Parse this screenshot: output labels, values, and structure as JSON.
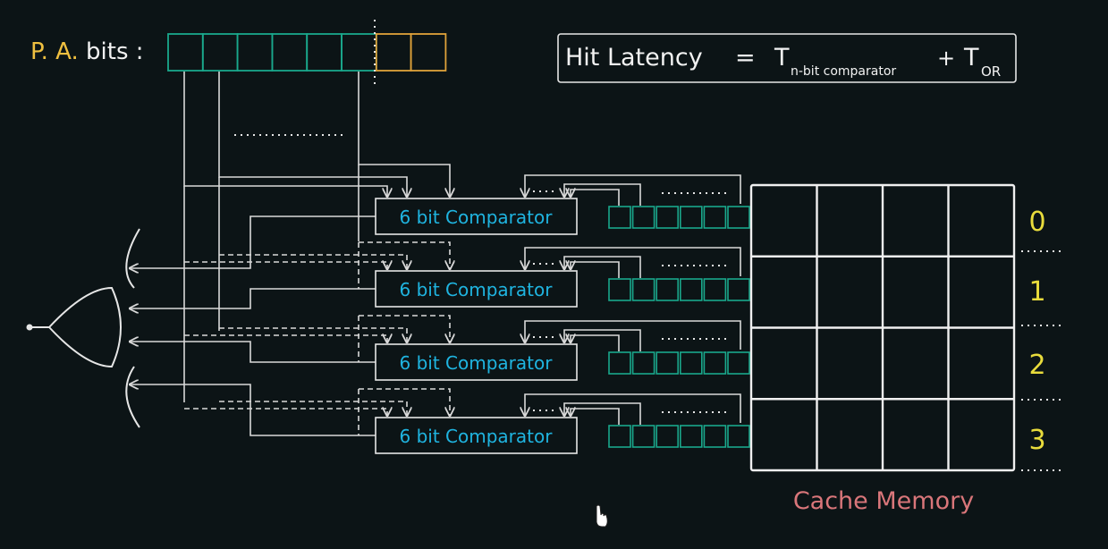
{
  "pa_bits": {
    "label_colored": "P. A.",
    "label_rest": " bits :",
    "tag_cells": 6,
    "index_cells": 2
  },
  "hit_latency": {
    "label": "Hit Latency",
    "equals": "=",
    "term1": "T",
    "term1_sub": "n-bit comparator",
    "plus": "+",
    "term2": "T",
    "term2_sub": "OR"
  },
  "comparators": [
    {
      "label": "6 bit Comparator"
    },
    {
      "label": "6 bit Comparator"
    },
    {
      "label": "6 bit Comparator"
    },
    {
      "label": "6 bit Comparator"
    }
  ],
  "tag_register_cells": 6,
  "cache": {
    "label": "Cache Memory",
    "rows": [
      "0",
      "1",
      "2",
      "3"
    ],
    "columns": 4
  },
  "colors": {
    "background": "#0c1416",
    "tag_cell": "#1aa88c",
    "index_cell": "#e0a23a",
    "pa_label": "#f0c040",
    "comparator_text": "#1fb4e0",
    "row_label": "#e9dc3c",
    "cache_label": "#d9767a",
    "wire": "#d9d9d9"
  },
  "icons": [
    "or-gate-icon",
    "mouse-cursor-icon"
  ]
}
